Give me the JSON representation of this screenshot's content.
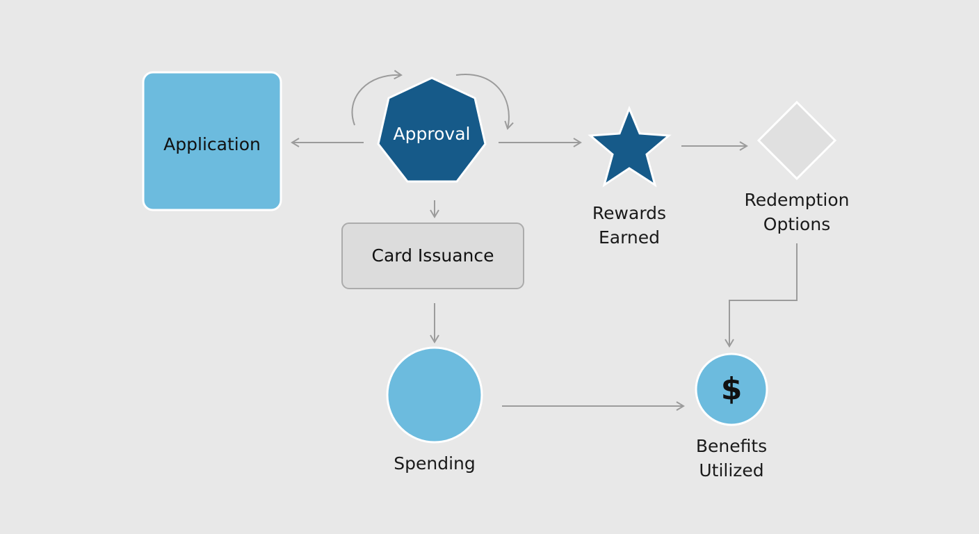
{
  "nodes": {
    "application": {
      "label": "Application",
      "fill": "#6cbbde"
    },
    "approval": {
      "label": "Approval",
      "fill": "#165a89"
    },
    "card_issuance": {
      "label": "Card Issuance",
      "fill": "#dcdcdc"
    },
    "rewards_earned": {
      "label_line1": "Rewards",
      "label_line2": "Earned",
      "fill": "#165a89"
    },
    "redemption_options": {
      "label_line1": "Redemption",
      "label_line2": "Options",
      "fill": "#e0e0e0"
    },
    "spending": {
      "label": "Spending",
      "fill": "#6cbbde"
    },
    "benefits_utilized": {
      "label_line1": "Benefits",
      "label_line2": "Utilized",
      "symbol": "$",
      "fill": "#6cbbde"
    }
  },
  "colors": {
    "background": "#e8e8e8",
    "connector": "#9b9b9b",
    "outline": "#ffffff"
  },
  "icons": {
    "benefits_symbol": "dollar-sign-icon",
    "rewards_shape": "star-icon",
    "redemption_shape": "diamond-icon",
    "approval_shape": "heptagon-icon"
  }
}
